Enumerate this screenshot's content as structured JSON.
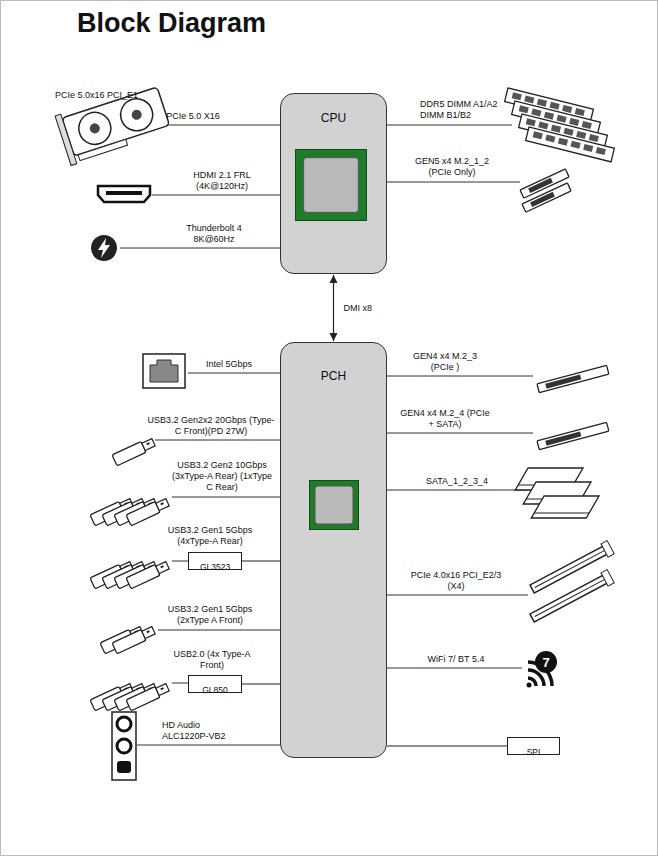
{
  "diagram": {
    "title": "Block Diagram",
    "nodes": [
      {
        "text": [
          "CPU"
        ]
      },
      {
        "text": [
          "PCH"
        ]
      },
      {
        "text": [
          "GL3523"
        ]
      },
      {
        "text": [
          "GL850"
        ]
      },
      {
        "text": [
          "SPI"
        ]
      }
    ],
    "edges": [
      {
        "from": 0,
        "to": 1,
        "label": "DMI x8",
        "arrow": "both"
      },
      {
        "from": 2,
        "to": 1,
        "arrow": "none"
      },
      {
        "from": 3,
        "to": 1,
        "arrow": "none"
      },
      {
        "from": 1,
        "to": 4,
        "arrow": "none"
      }
    ],
    "labels": [
      "PCIe 5.0x16 PCI_E1",
      "PCIe 5.0 X16",
      "HDMI 2.1 FRL (4K@120Hz)",
      "Thunderbolt 4 8K@60Hz",
      "DDR5 DIMM A1/A2 DIMM B1/B2",
      "GEN5 x4 M.2_1_2 (PCIe Only)",
      "Intel 5Gbps",
      "USB3.2 Gen2x2 20Gbps (Type-C Front)(PD 27W)",
      "USB3.2 Gen2 10Gbps (3xType-A Rear) (1xType C Rear)",
      "USB3.2 Gen1 5Gbps (4xType-A Rear)",
      "USB3.2 Gen1 5Gbps (2xType A Front)",
      "USB2.0 (4x Type-A Front)",
      "HD Audio ALC1220P-VB2",
      "GEN4 x4 M.2_3 (PCIe )",
      "GEN4 x4 M.2_4 (PCIe + SATA)",
      "SATA_1_2_3_4",
      "PCIe 4.0x16 PCI_E2/3 (X4)",
      "WiFi 7/ BT 5.4",
      "7"
    ]
  }
}
